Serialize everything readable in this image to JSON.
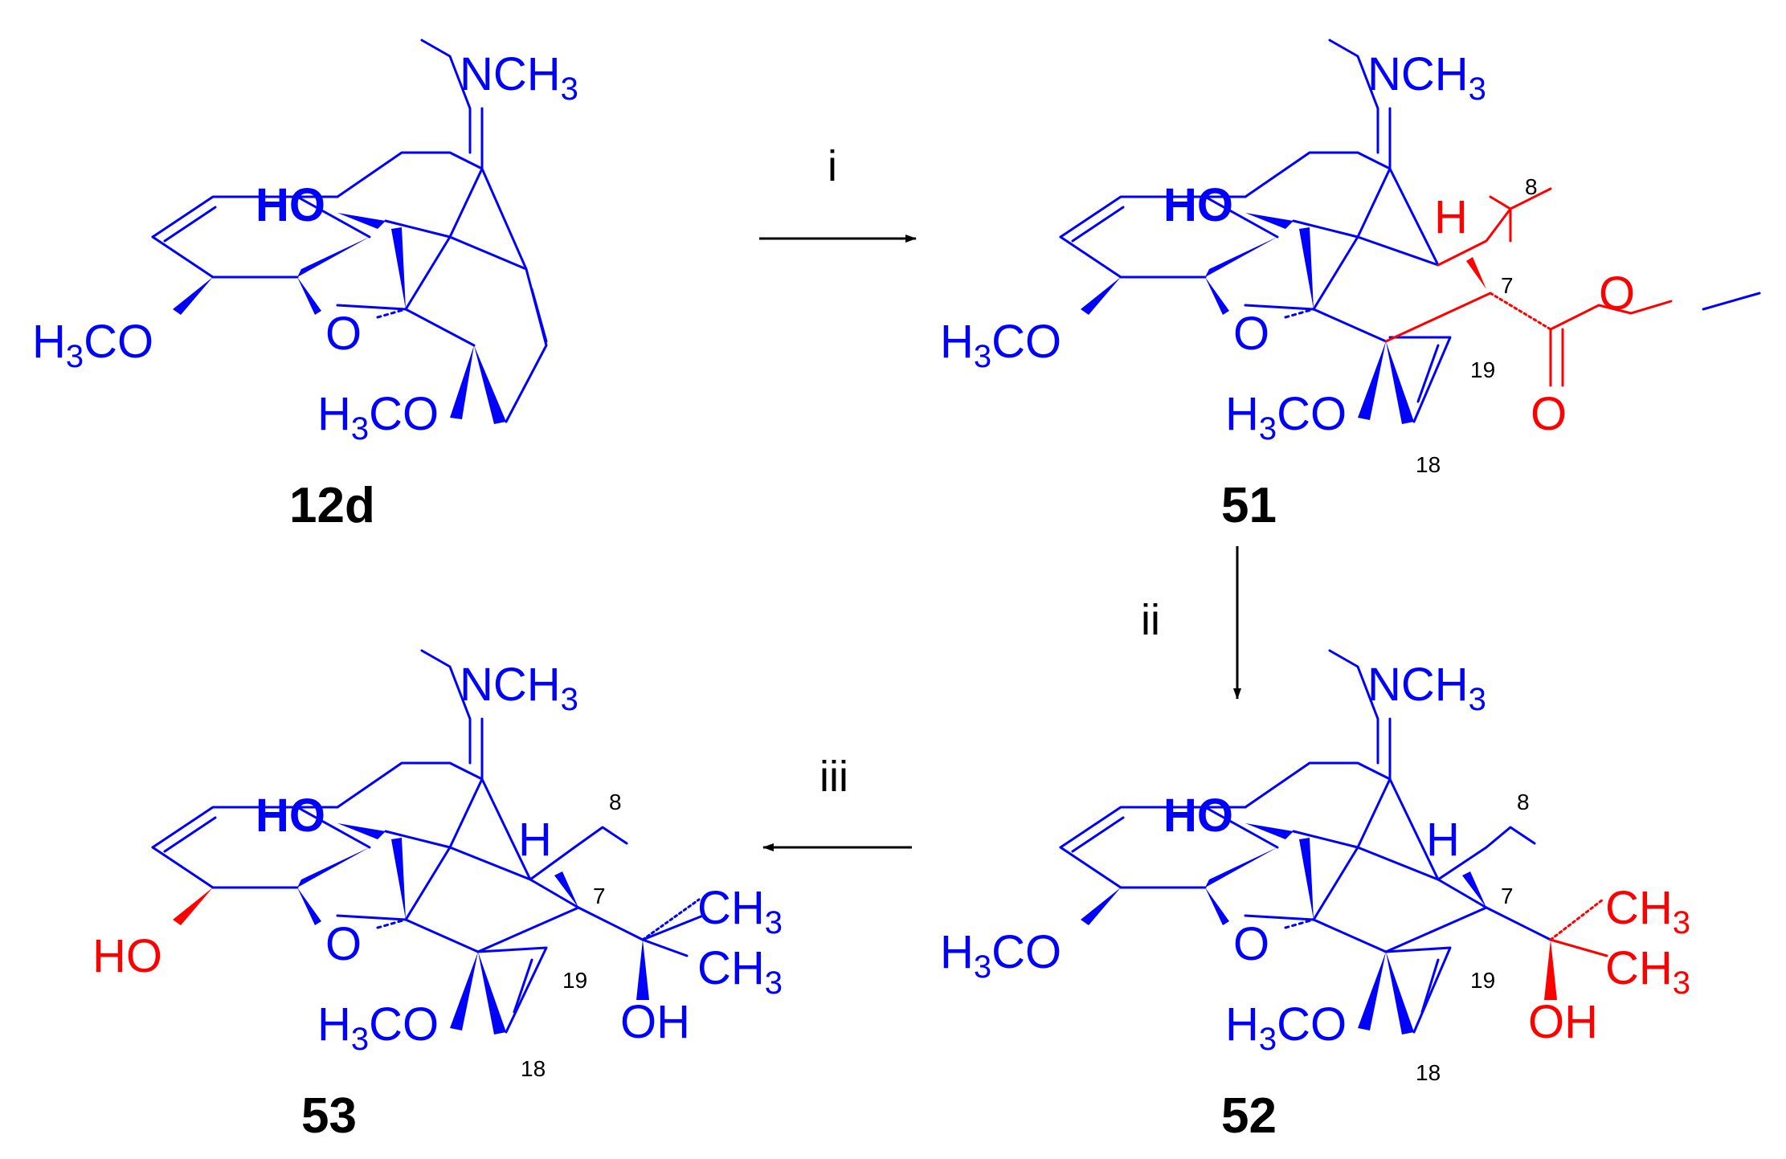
{
  "colors": {
    "scaffold": "#0000ff",
    "highlight": "#ff0000",
    "text": "#000000"
  },
  "compounds": {
    "c12d": "12d",
    "c51": "51",
    "c52": "52",
    "c53": "53"
  },
  "reagents": {
    "step1": "i",
    "step2": "ii",
    "step3": "iii"
  },
  "atom_labels": {
    "nme": "NCH",
    "nme_sub": "3",
    "ho": "HO",
    "ome_h": "H",
    "ome_sub": "3",
    "ome_co": "CO",
    "o": "O",
    "h": "H",
    "ch": "CH",
    "ch_sub": "3",
    "oh": "OH",
    "ester_o": "O",
    "carbonyl_o": "O"
  },
  "position_numbers": {
    "n7": "7",
    "n8": "8",
    "n18": "18",
    "n19": "19"
  }
}
